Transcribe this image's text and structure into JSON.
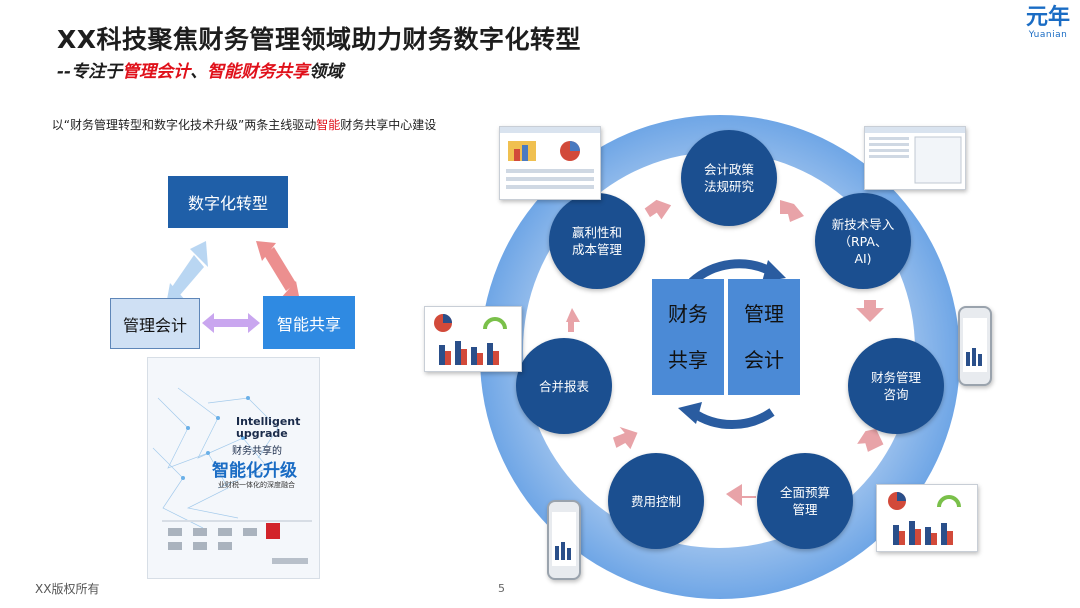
{
  "header": {
    "title": "XX科技聚焦财务管理领域助力财务数字化转型",
    "subtitle_prefix": "--专注于",
    "subtitle_red1": "管理会计",
    "subtitle_sep": "、",
    "subtitle_red2": "智能财务共享",
    "subtitle_suffix": "领域"
  },
  "logo": {
    "main": "元年",
    "sub": "Yuanian"
  },
  "description": {
    "before": "以“财务管理转型和数字化技术升级”两条主线驱动",
    "red": "智能",
    "after": "财务共享中心建设"
  },
  "left_diagram": {
    "top": "数字化转型",
    "left": "管理会计",
    "right": "智能共享"
  },
  "book": {
    "en1": "Intelligent",
    "en2": "upgrade",
    "line1": "财务共享的",
    "line2": "智能化升级",
    "line3": "业财税一体化的深度融合"
  },
  "cycle": {
    "center_left": [
      "财务",
      "共享"
    ],
    "center_right": [
      "管理",
      "会计"
    ],
    "nodes": {
      "policy": "会计政策法规研究",
      "newtech": "新技术导入（RPA、AI)",
      "consult": "财务管理咨询",
      "budget": "全面预算管理",
      "cost": "费用控制",
      "consolidate": "合并报表",
      "profit": "赢利性和成本管理"
    }
  },
  "colors": {
    "ring": "#6fa6e6",
    "node": "#1b4f90",
    "center": "#4b8ad6",
    "arrow": "#e8a3a8",
    "accent_red": "#e0101a"
  },
  "footer": {
    "copyright": "XX版权所有",
    "page": "5"
  }
}
